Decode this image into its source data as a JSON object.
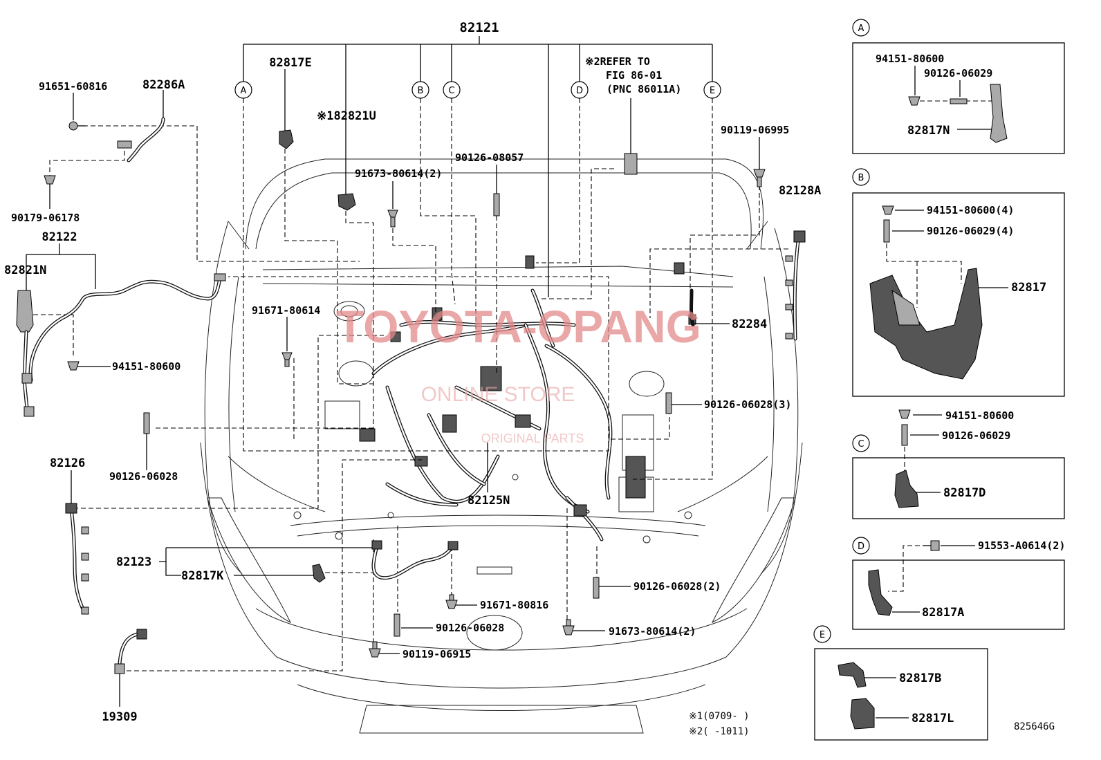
{
  "callouts": {
    "top_harness": "82121",
    "p82817E": "82817E",
    "refer_note_1": "※2REFER TO",
    "refer_note_2": "FIG 86-01",
    "refer_note_3": "(PNC 86011A)",
    "p82821U": "※182821U",
    "p91651_60816": "91651-60816",
    "p82286A": "82286A",
    "p90179_06178": "90179-06178",
    "p90126_08057": "90126-08057",
    "p91673_80614_2_top": "91673-80614(2)",
    "p90119_06995": "90119-06995",
    "p82128A": "82128A",
    "p82122": "82122",
    "p82821N": "82821N",
    "p91671_80614": "91671-80614",
    "p82284": "82284",
    "p94151_80600_left": "94151-80600",
    "p90126_06028_3": "90126-06028(3)",
    "p90126_06028_left": "90126-06028",
    "p82126": "82126",
    "p82125N": "82125N",
    "p82123": "82123",
    "p82817K": "82817K",
    "p90126_06028_2": "90126-06028(2)",
    "p91671_80816": "91671-80816",
    "p90126_06028_bottom": "90126-06028",
    "p91673_80614_2_bottom": "91673-80614(2)",
    "p90119_06915": "90119-06915",
    "p19309": "19309"
  },
  "circle_markers": [
    "A",
    "B",
    "C",
    "D",
    "E"
  ],
  "inset_A": {
    "marker": "A",
    "labels": [
      "94151-80600",
      "90126-06029",
      "82817N"
    ]
  },
  "inset_B": {
    "marker": "B",
    "labels": [
      "94151-80600(4)",
      "90126-06029(4)",
      "82817"
    ]
  },
  "inset_C": {
    "marker": "C",
    "labels": [
      "94151-80600",
      "90126-06029",
      "82817D"
    ]
  },
  "inset_D": {
    "marker": "D",
    "labels": [
      "91553-A0614(2)",
      "82817A"
    ]
  },
  "inset_E": {
    "marker": "E",
    "labels": [
      "82817B",
      "82817L"
    ]
  },
  "footnotes": {
    "note1": "※1(0709-      )",
    "note2": "※2(      -1011)"
  },
  "figure_code": "825646G",
  "watermark": {
    "line1": "TOYOTA-OPANG",
    "line2": "ONLINE STORE",
    "line3": "ORIGINAL PARTS"
  }
}
